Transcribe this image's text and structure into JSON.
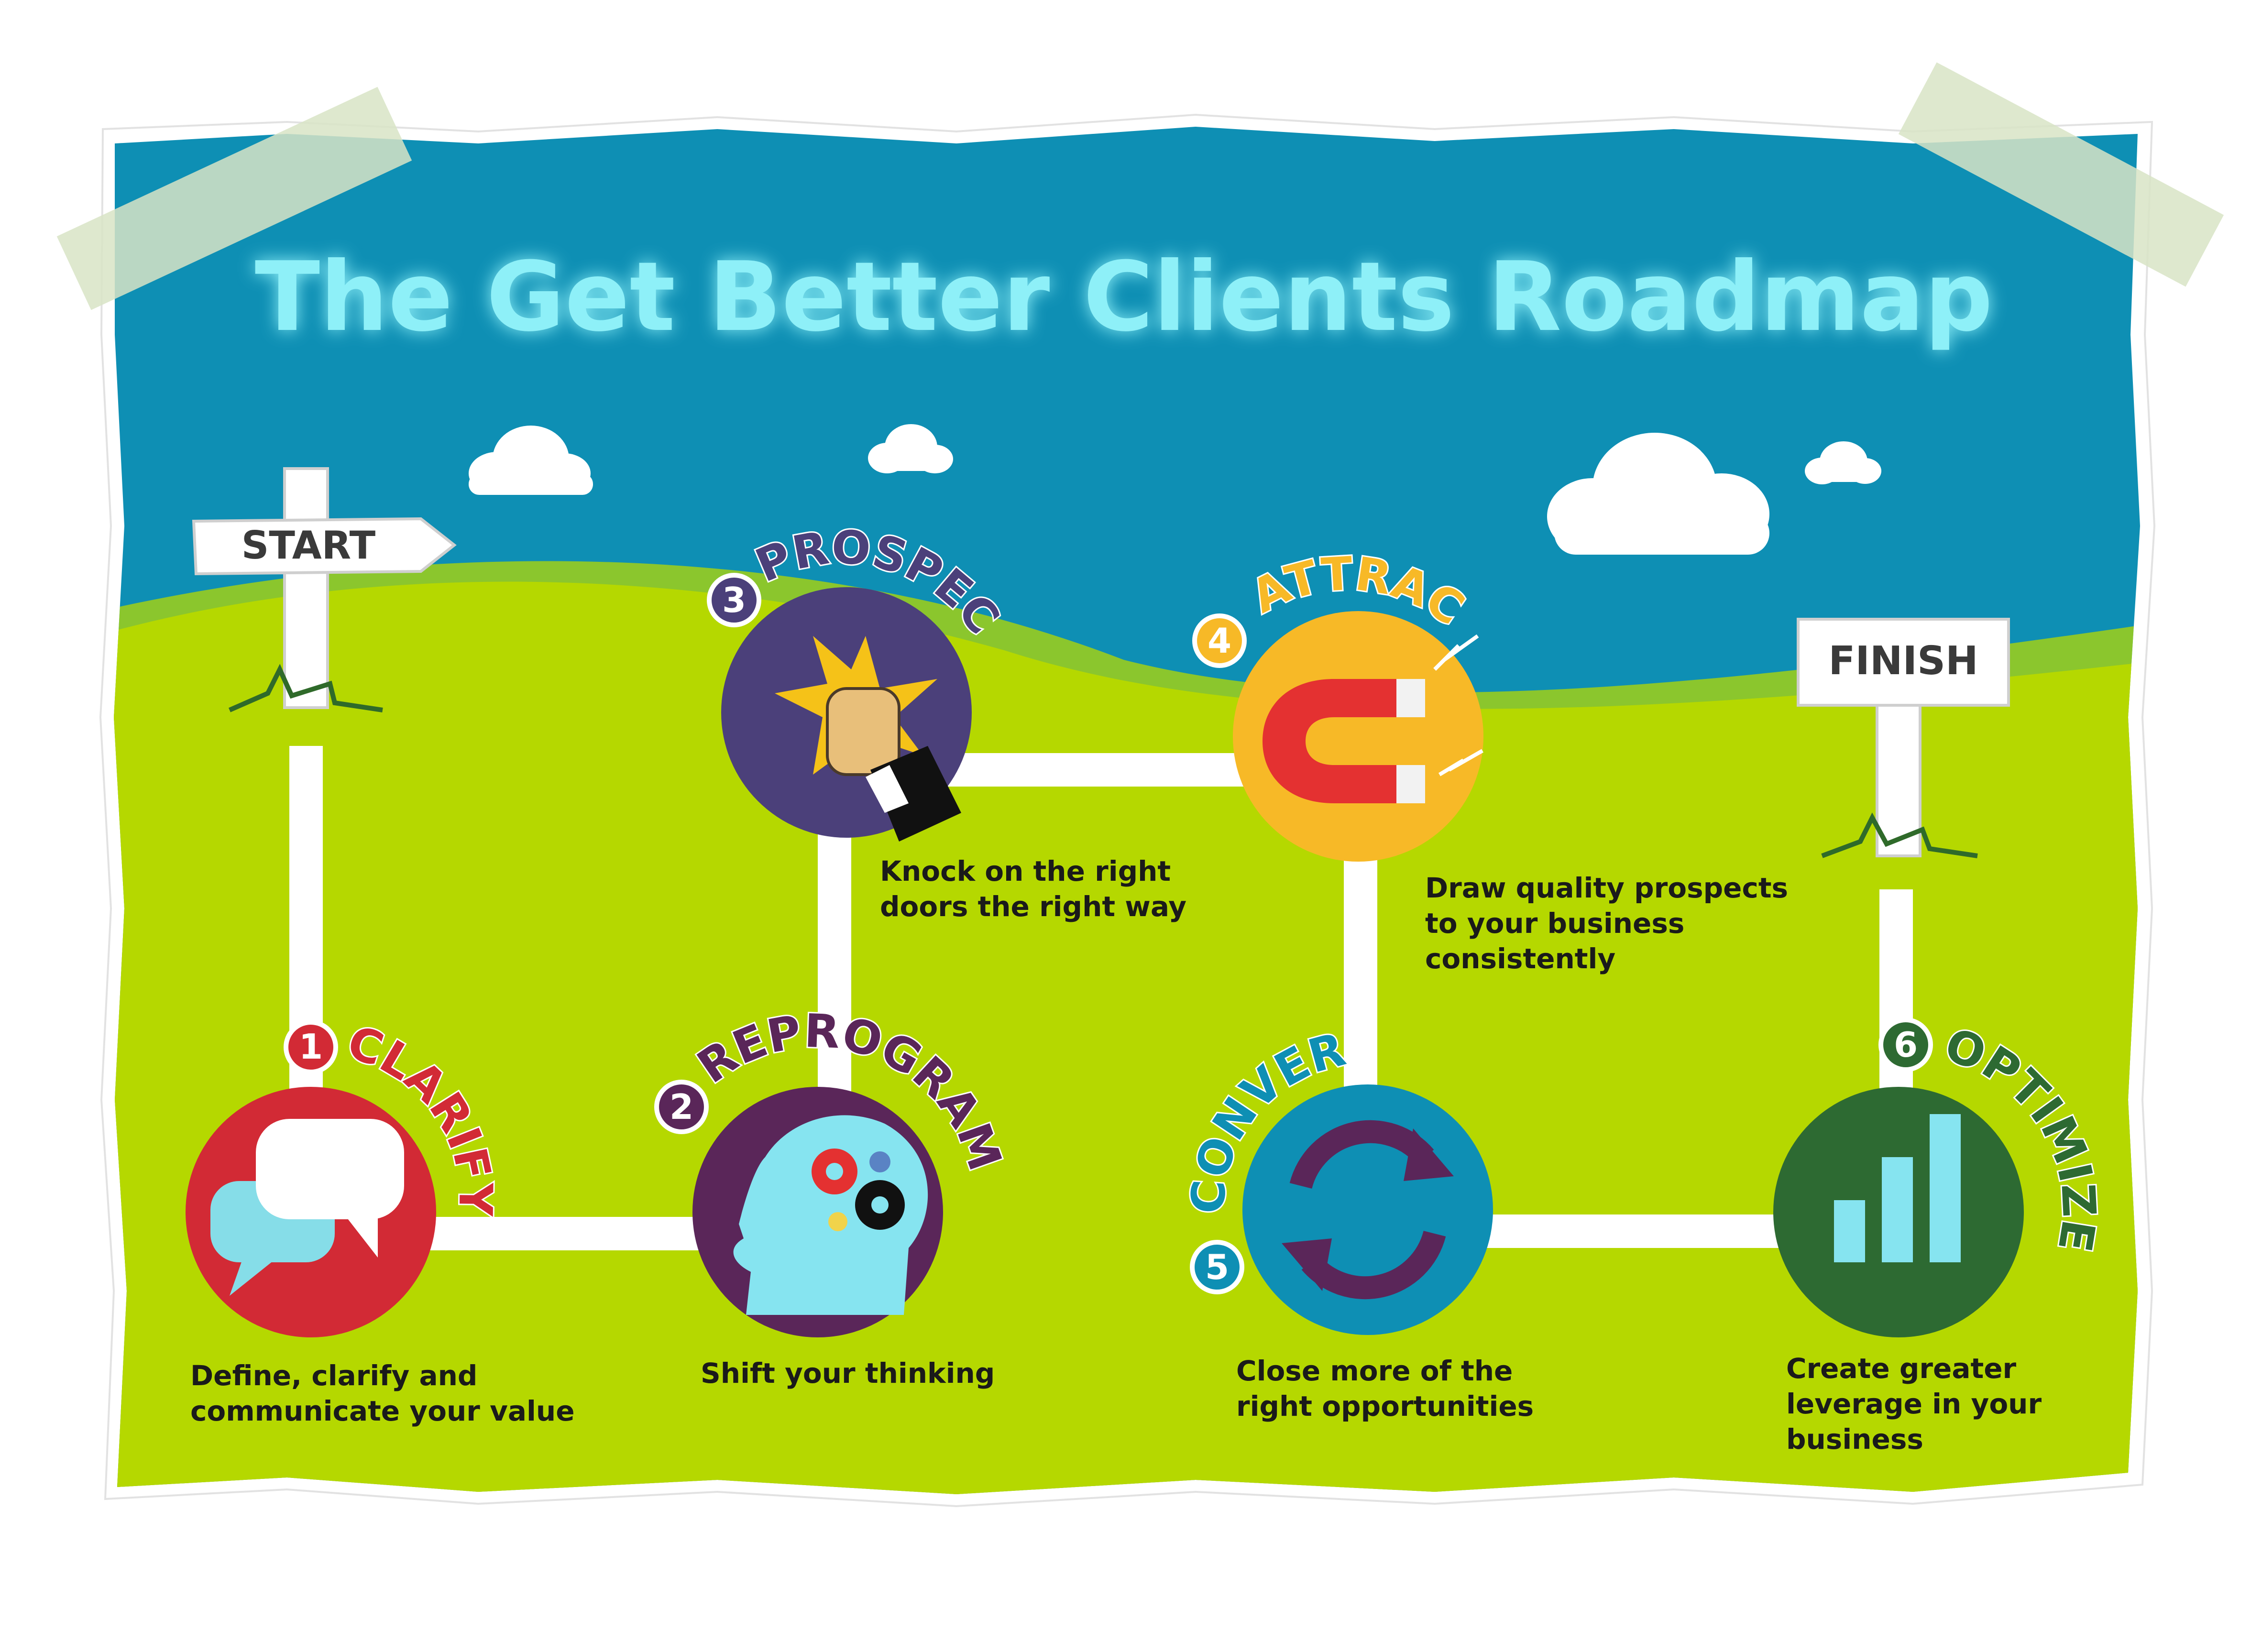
{
  "title": "The Get Better Clients Roadmap",
  "start_sign": "START",
  "finish_sign": "FINISH",
  "colors": {
    "sky": "#0e8fb4",
    "grass": "#b5d800",
    "title_text": "#8ef0f8",
    "path": "#ffffff",
    "tape": "#d4e4c4"
  },
  "steps": [
    {
      "number": "1",
      "label": "CLARIFY",
      "color": "#d22a35",
      "icon": "speech-bubbles-icon",
      "description": [
        "Define, clarify and",
        "communicate your value"
      ]
    },
    {
      "number": "2",
      "label": "REPROGRAM",
      "color": "#5a2659",
      "icon": "head-with-gears-icon",
      "description": [
        "Shift your thinking"
      ]
    },
    {
      "number": "3",
      "label": "PROSPECT",
      "color": "#4b407a",
      "icon": "knocking-fist-icon",
      "description": [
        "Knock on the right",
        "doors the right way"
      ]
    },
    {
      "number": "4",
      "label": "ATTRACT",
      "color": "#f7b927",
      "icon": "magnet-icon",
      "description": [
        "Draw quality prospects",
        "to your business",
        "consistently"
      ]
    },
    {
      "number": "5",
      "label": "CONVERT",
      "color": "#0e8fb4",
      "icon": "cycle-arrows-icon",
      "description": [
        "Close more of the",
        "right opportunities"
      ]
    },
    {
      "number": "6",
      "label": "OPTIMIZE",
      "color": "#2d6a32",
      "icon": "bar-chart-icon",
      "description": [
        "Create greater",
        "leverage in your",
        "business"
      ]
    }
  ]
}
